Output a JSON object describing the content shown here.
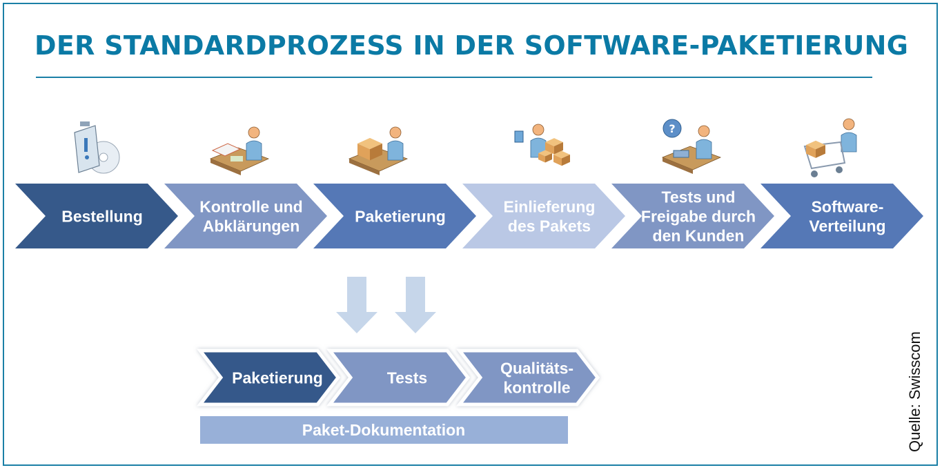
{
  "title": "DER STANDARDPROZESS IN DER SOFTWARE-PAKETIERUNG",
  "source": "Quelle: Swisscom",
  "process_steps": [
    {
      "lines": [
        "Bestellung"
      ],
      "icon": "clipboard-cd-icon",
      "color": "#36598a"
    },
    {
      "lines": [
        "Kontrolle und",
        "Abklärungen"
      ],
      "icon": "person-desk-documents-icon",
      "color": "#8096c4"
    },
    {
      "lines": [
        "Paketierung"
      ],
      "icon": "person-packing-box-icon",
      "color": "#5578b6"
    },
    {
      "lines": [
        "Einlieferung",
        "des Pakets"
      ],
      "icon": "person-delivering-boxes-icon",
      "color": "#bac8e5"
    },
    {
      "lines": [
        "Tests und",
        "Freigabe durch",
        "den Kunden"
      ],
      "icon": "person-phone-question-icon",
      "color": "#8096c4"
    },
    {
      "lines": [
        "Software-",
        "Verteilung"
      ],
      "icon": "person-shopping-cart-icon",
      "color": "#5578b6"
    }
  ],
  "sub_steps": [
    {
      "lines": [
        "Paketierung"
      ],
      "color": "#36598a"
    },
    {
      "lines": [
        "Tests"
      ],
      "color": "#8096c4"
    },
    {
      "lines": [
        "Qualitäts-",
        "kontrolle"
      ],
      "color": "#8096c4"
    }
  ],
  "documentation_bar": {
    "label": "Paket-Dokumentation",
    "color": "#98b0d8"
  },
  "colors": {
    "title": "#0b7aa5",
    "border": "#1a7fa6",
    "down_arrows": "#c6d6ea"
  }
}
